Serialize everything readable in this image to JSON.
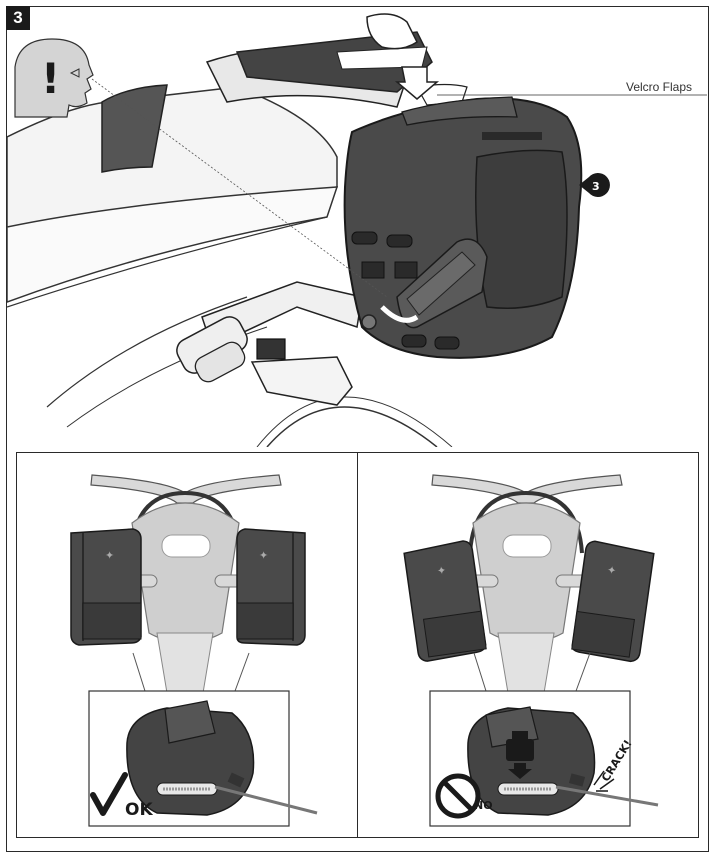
{
  "step": {
    "number": "3",
    "callout_marker": "3",
    "velcro_label": "Velcro Flaps"
  },
  "panels": {
    "correct": {
      "result_label": "OK"
    },
    "incorrect": {
      "result_label": "NO",
      "warning_label": "CRACK!"
    }
  },
  "colors": {
    "ink": "#1a1a1a",
    "bag": "#4a4a4a",
    "bag_dark": "#333333",
    "velcro": "#555555",
    "bike_light": "#d9d9d9",
    "bike_mid": "#bfbfbf"
  },
  "icons": [
    "attention-head-icon",
    "step-callout-icon",
    "checkmark-icon",
    "prohibited-icon",
    "weight-icon"
  ]
}
